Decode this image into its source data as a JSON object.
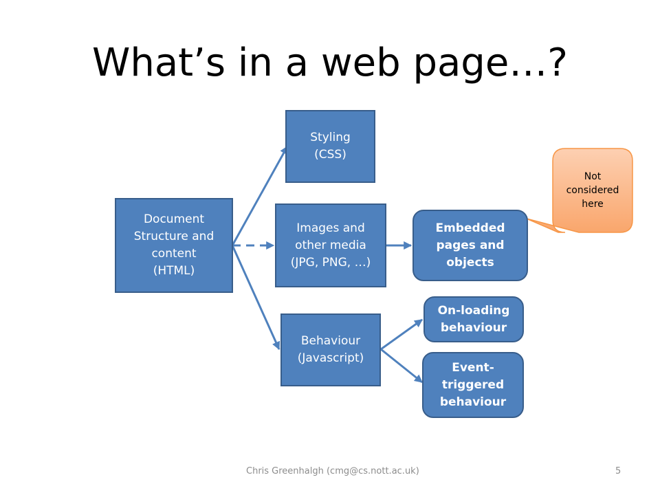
{
  "title": "What’s in a web page…?",
  "nodes": {
    "html": "Document\nStructure and\ncontent\n(HTML)",
    "css": "Styling\n(CSS)",
    "media": "Images and\nother media\n(JPG, PNG, …)",
    "js": "Behaviour\n(Javascript)",
    "embedded": "Embedded\npages and\nobjects",
    "onload": "On-loading\nbehaviour",
    "event": "Event-\ntriggered\nbehaviour"
  },
  "callout": "Not\nconsidered\nhere",
  "footer": {
    "author": "Chris Greenhalgh (cmg@cs.nott.ac.uk)",
    "page_number": "5"
  },
  "colors": {
    "box_fill": "#4f81bd",
    "box_border": "#385d8a",
    "callout_fill": "#fbb489",
    "callout_border": "#f79646",
    "arrow": "#4f81bd"
  }
}
